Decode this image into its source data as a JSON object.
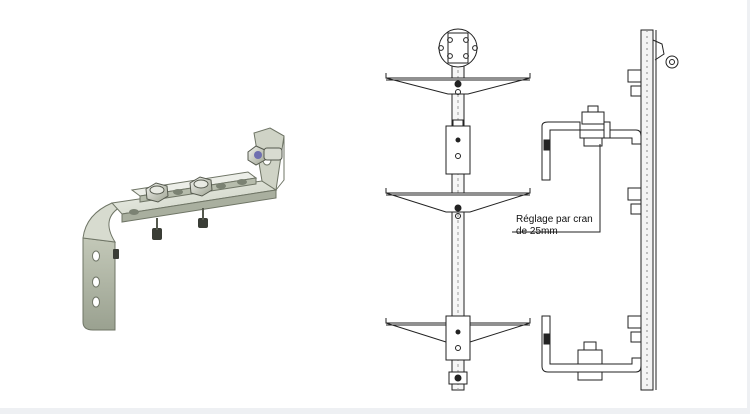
{
  "annotation": {
    "line1": "Réglage par cran",
    "line2": "de 25mm"
  },
  "colors": {
    "metal_light": "#dde1d6",
    "metal_mid": "#b9bfb0",
    "metal_dark": "#8c9384",
    "line": "#222222",
    "background": "#ffffff"
  },
  "icons": {
    "bracket_render": "l-bracket-3d-render",
    "bolt": "hex-bolt-icon"
  }
}
